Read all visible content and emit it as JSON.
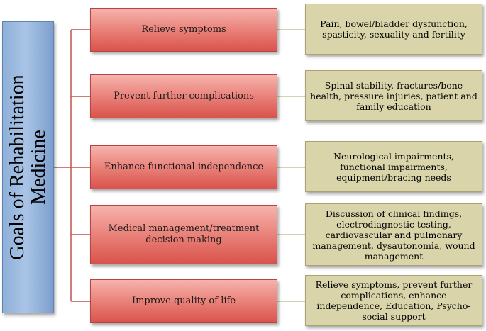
{
  "root": {
    "label": "Goals of Rehabilitation\nMedicine"
  },
  "goals": [
    {
      "label": "Relieve symptoms",
      "detail": "Pain, bowel/bladder dysfunction, spasticity, sexuality and fertility"
    },
    {
      "label": "Prevent further complications",
      "detail": "Spinal stability, fractures/bone health, pressure injuries, patient and family education"
    },
    {
      "label": "Enhance functional independence",
      "detail": "Neurological impairments, functional impairments, equipment/bracing needs"
    },
    {
      "label": "Medical management/treatment decision making",
      "detail": "Discussion of clinical findings, electrodiagnostic testing, cardiovascular and pulmonary management, dysautonomia, wound management"
    },
    {
      "label": "Improve quality of life",
      "detail": "Relieve symptoms, prevent further complications, enhance independence, Education, Psycho-social support"
    }
  ],
  "colors": {
    "root_fill": "#a9c4e6",
    "goal_fill": "#e9827a",
    "detail_fill": "#d9d4a9",
    "root_connector": "#c0504d",
    "detail_connector": "#c8c29a"
  }
}
